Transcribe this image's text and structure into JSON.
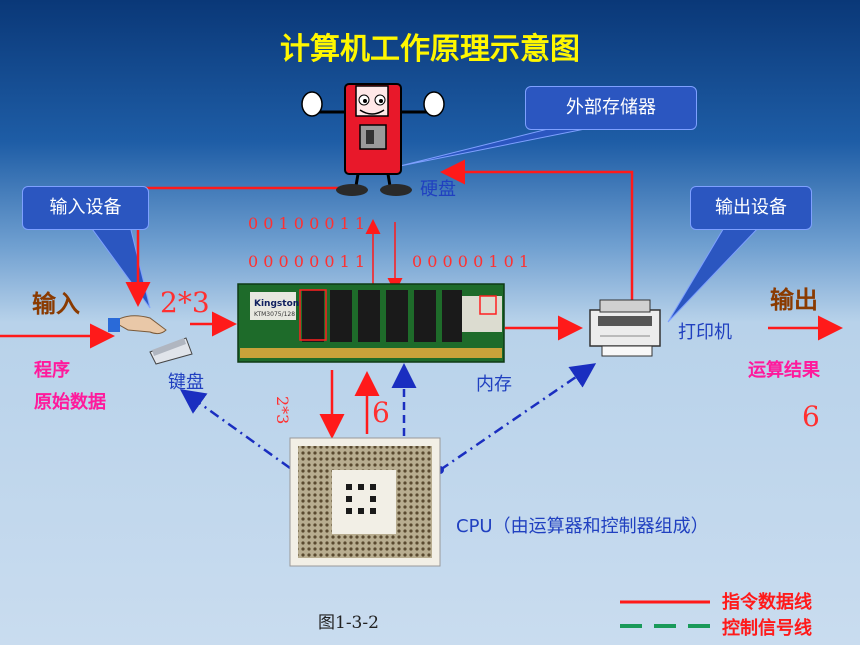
{
  "title": "计算机工作原理示意图",
  "callouts": {
    "external_storage": "外部存储器",
    "input_device": "输入设备",
    "output_device": "输出设备"
  },
  "labels": {
    "hard_disk": "硬盘",
    "keyboard": "键盘",
    "memory": "内存",
    "printer": "打印机",
    "cpu": "CPU（由运算器和控制器组成）",
    "input": "输入",
    "output": "输出",
    "program": "程序",
    "raw_data": "原始数据",
    "result": "运算结果",
    "figure": "图1-3-2"
  },
  "values": {
    "binary_1": "0 0 1 0 0 0 1 1",
    "binary_2": "0 0 0 0 0 0 1 1",
    "binary_3": "0 0 0 0 0 1 0 1",
    "expr_input": "2*3",
    "expr_bus": "2*3",
    "result_bus": "6",
    "result_out": "6"
  },
  "legend": {
    "data_line": "指令数据线",
    "control_line": "控制信号线"
  },
  "colors": {
    "data_line": "#ff1a1a",
    "control_line": "#1a9a5a",
    "control_arrows": "#1a2ec0"
  }
}
